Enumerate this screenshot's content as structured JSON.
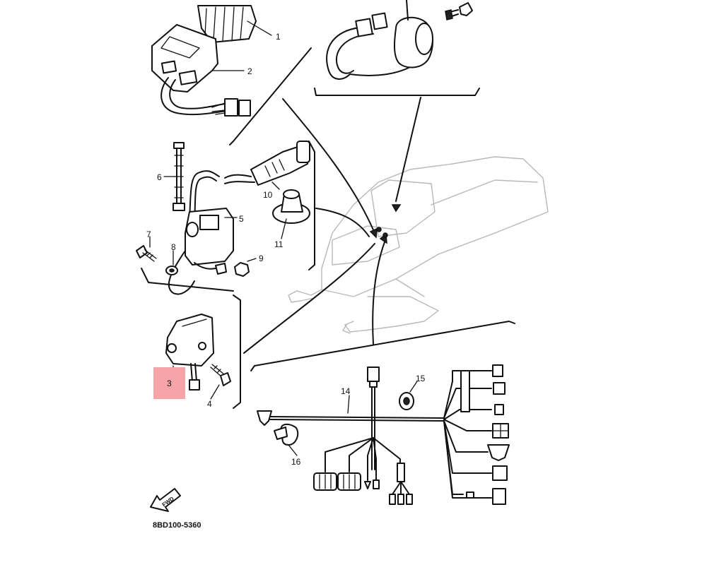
{
  "diagram_code": "8BD100-5360",
  "fwd_label": "FWD",
  "highlight_color": "#f7a4a8",
  "parts": [
    {
      "ref": "1"
    },
    {
      "ref": "2"
    },
    {
      "ref": "3"
    },
    {
      "ref": "4"
    },
    {
      "ref": "5"
    },
    {
      "ref": "6"
    },
    {
      "ref": "7"
    },
    {
      "ref": "8"
    },
    {
      "ref": "9"
    },
    {
      "ref": "10"
    },
    {
      "ref": "11"
    },
    {
      "ref": "14"
    },
    {
      "ref": "15"
    },
    {
      "ref": "16"
    }
  ],
  "highlighted_part": "3"
}
